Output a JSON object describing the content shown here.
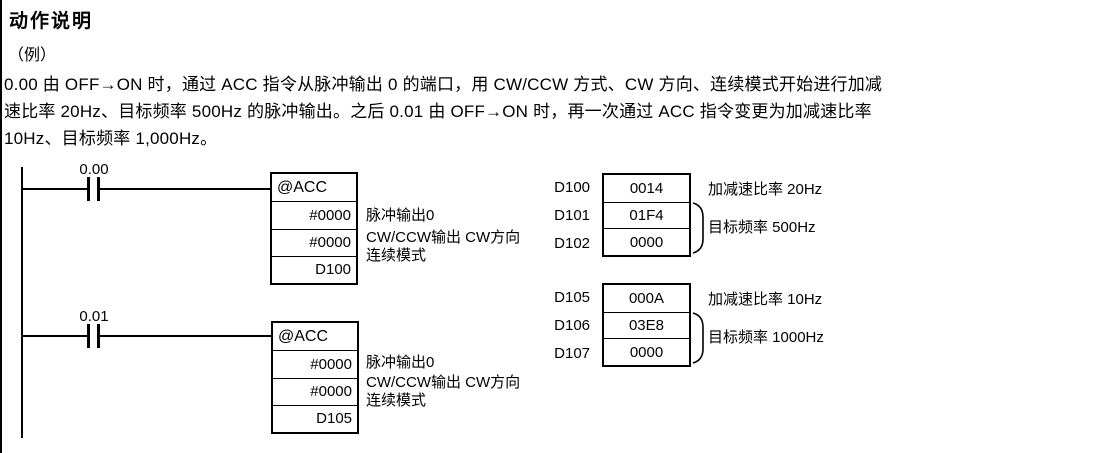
{
  "colors": {
    "text": "#000000",
    "background": "#ffffff",
    "line": "#000000"
  },
  "page": {
    "title": "动作说明",
    "example_label": "（例）",
    "description_lines": [
      "0.00 由 OFF→ON 时，通过 ACC 指令从脉冲输出 0 的端口，用 CW/CCW 方式、CW 方向、连续模式开始进行加减",
      "速比率 20Hz、目标频率 500Hz 的脉冲输出。之后 0.01 由 OFF→ON 时，再一次通过 ACC 指令变更为加减速比率",
      "10Hz、目标频率 1,000Hz。"
    ]
  },
  "ladder": {
    "rungs": [
      {
        "contact_label": "0.00",
        "instruction": "@ACC",
        "operands": [
          "#0000",
          "#0000",
          "D100"
        ],
        "notes": [
          "脉冲输出0",
          "CW/CCW输出 CW方向",
          "连续模式"
        ]
      },
      {
        "contact_label": "0.01",
        "instruction": "@ACC",
        "operands": [
          "#0000",
          "#0000",
          "D105"
        ],
        "notes": [
          "脉冲输出0",
          "CW/CCW输出 CW方向",
          "连续模式"
        ]
      }
    ]
  },
  "memory_tables": [
    {
      "addresses": [
        "D100",
        "D101",
        "D102"
      ],
      "values": [
        "0014",
        "01F4",
        "0000"
      ],
      "note_row1": "加减速比率 20Hz",
      "note_brace": "目标频率 500Hz"
    },
    {
      "addresses": [
        "D105",
        "D106",
        "D107"
      ],
      "values": [
        "000A",
        "03E8",
        "0000"
      ],
      "note_row1": "加减速比率 10Hz",
      "note_brace": "目标频率 1000Hz"
    }
  ]
}
